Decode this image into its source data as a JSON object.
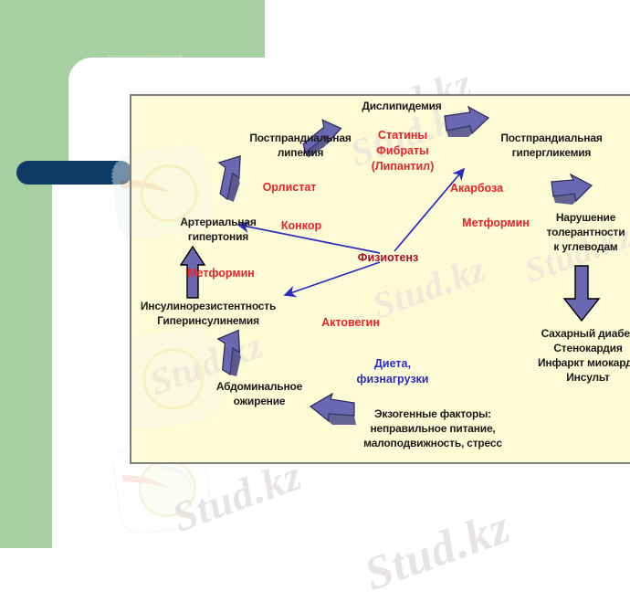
{
  "slide": {
    "theme": {
      "green": "#a6cfa2",
      "navy": "#0e3a66",
      "panel_cream": "#fdfbd6",
      "panel_border": "#808080",
      "drug_red": "#e8232a",
      "drug_maroon": "#a5112a",
      "drug_blue": "#2b2bbe",
      "arrow_purple": "#5a58a8"
    },
    "watermarks": [
      {
        "text": "Stud.kz"
      },
      {
        "text": "Stud.kz"
      },
      {
        "text": "Stud.kz"
      },
      {
        "text": "Stud.kz"
      },
      {
        "text": "- Stud.kz"
      },
      {
        "text": "Stud.kz"
      }
    ]
  },
  "diagram": {
    "nodes": [
      {
        "id": "postprandial-lipemia",
        "line1": "Постпрандиальная",
        "line2": "липемия"
      },
      {
        "id": "dyslipidemia",
        "line1": "Дислипидемия",
        "line2": ""
      },
      {
        "id": "postprandial-hyperglycemia",
        "line1": "Постпрандиальная",
        "line2": "гипергликемия"
      },
      {
        "id": "arterial-hypertension",
        "line1": "Артериальная",
        "line2": "гипертония"
      },
      {
        "id": "impaired-tolerance",
        "line1": "Нарушение",
        "line2": "толерантности",
        "line3": "к углеводам"
      },
      {
        "id": "insulin-resistance",
        "line1": "Инсулинорезистентность",
        "line2": "Гиперинсулинемия"
      },
      {
        "id": "abdominal-obesity",
        "line1": "Абдоминальное",
        "line2": "ожирение"
      },
      {
        "id": "outcomes",
        "line1": "Сахарный диабет",
        "line2": "Стенокардия",
        "line3": "Инфаркт миокарда",
        "line4": "Инсульт"
      },
      {
        "id": "exogenous-factors",
        "line1": "Экзогенные факторы:",
        "line2": "неправильное питание,",
        "line3": "малоподвижность, стресс"
      }
    ],
    "drugs": [
      {
        "id": "statins",
        "label": "Статины",
        "color": "red"
      },
      {
        "id": "fibrates",
        "label": "Фибраты",
        "color": "red"
      },
      {
        "id": "lipantil",
        "label": "(Липантил)",
        "color": "red"
      },
      {
        "id": "orlistat",
        "label": "Орлистат",
        "color": "red"
      },
      {
        "id": "acarbose",
        "label": "Акарбоза",
        "color": "red"
      },
      {
        "id": "konkor",
        "label": "Конкор",
        "color": "red"
      },
      {
        "id": "metformin-1",
        "label": "Метформин",
        "color": "red"
      },
      {
        "id": "metformin-2",
        "label": "Метформин",
        "color": "red"
      },
      {
        "id": "physiotens",
        "label": "Физиотенз",
        "color": "maroon"
      },
      {
        "id": "actovegin",
        "label": "Актовегин",
        "color": "red"
      },
      {
        "id": "diet",
        "label": "Диета,",
        "color": "blue"
      },
      {
        "id": "exercise",
        "label": "физнагрузки",
        "color": "blue"
      }
    ]
  }
}
